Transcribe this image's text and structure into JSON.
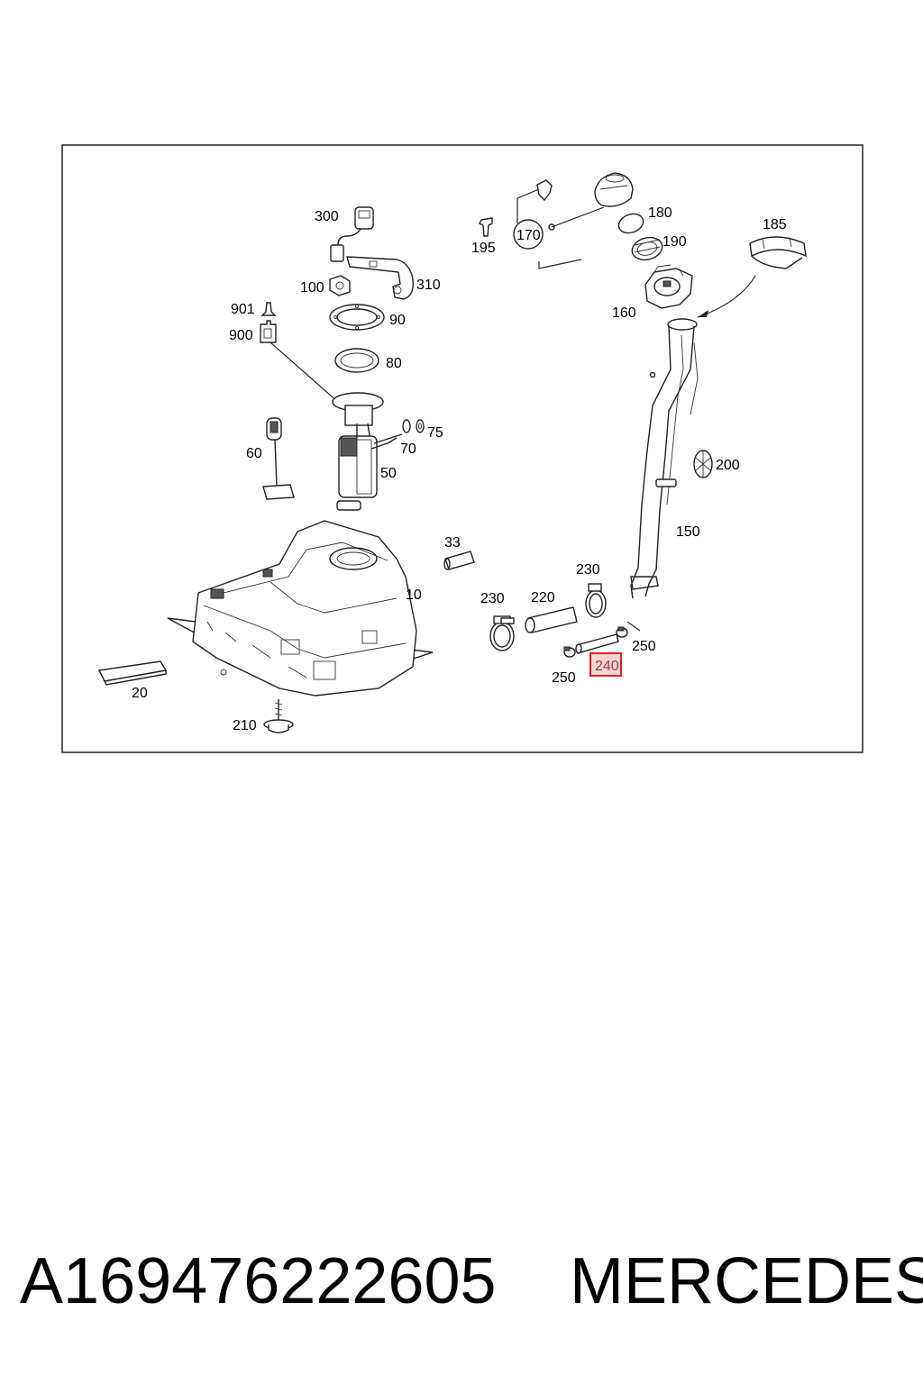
{
  "labels": {
    "p300": "300",
    "p310": "310",
    "p100": "100",
    "p90": "90",
    "p901": "901",
    "p900": "900",
    "p80": "80",
    "p75": "75",
    "p70": "70",
    "p60": "60",
    "p50": "50",
    "p10": "10",
    "p20": "20",
    "p210": "210",
    "p33": "33",
    "p170": "170",
    "p195": "195",
    "p180": "180",
    "p190": "190",
    "p185": "185",
    "p160": "160",
    "p200": "200",
    "p150": "150",
    "p230a": "230",
    "p230b": "230",
    "p220": "220",
    "p250a": "250",
    "p250b": "250",
    "p240": "240"
  },
  "highlighted_part": "240",
  "colors": {
    "highlight_border": "#e02020",
    "highlight_fill": "#f4d4d4",
    "line": "#222222"
  },
  "caption": {
    "part_number": "A169476222605",
    "brand": "MERCEDES"
  }
}
